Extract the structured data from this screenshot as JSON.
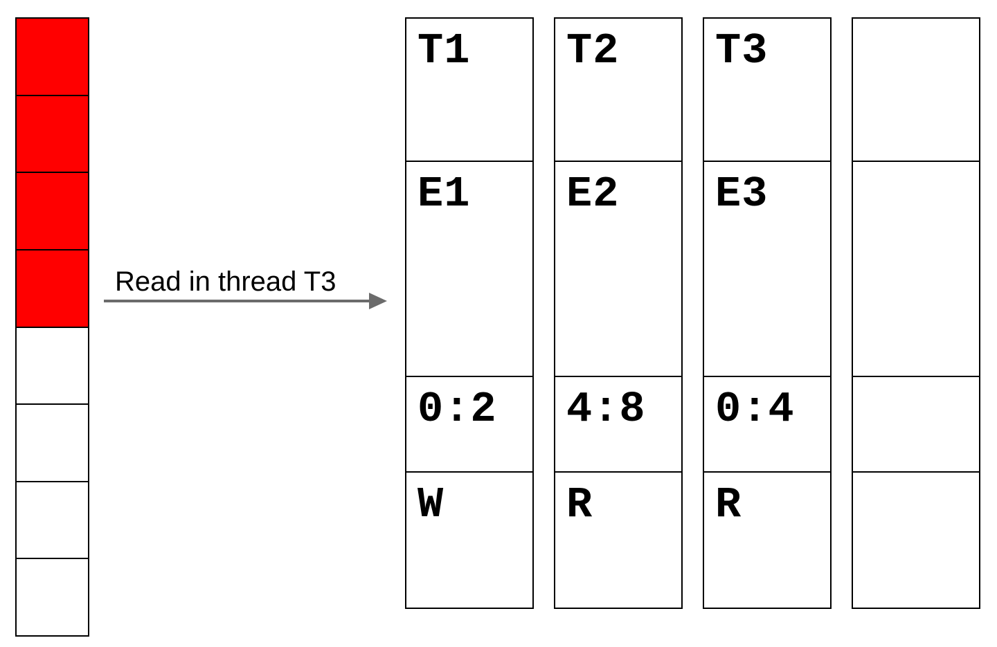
{
  "buffer": {
    "filled_color": "#ff0000",
    "empty_color": "#ffffff",
    "cells": [
      "filled",
      "filled",
      "filled",
      "filled",
      "empty",
      "empty",
      "empty",
      "empty"
    ]
  },
  "arrow": {
    "label": "Read in thread T3",
    "color": "#6b6b6b"
  },
  "columns": [
    {
      "thread": "T1",
      "event": "E1",
      "range": "0:2",
      "operation": "W"
    },
    {
      "thread": "T2",
      "event": "E2",
      "range": "4:8",
      "operation": "R"
    },
    {
      "thread": "T3",
      "event": "E3",
      "range": "0:4",
      "operation": "R"
    },
    {
      "thread": "",
      "event": "",
      "range": "",
      "operation": ""
    }
  ],
  "colors": {
    "border": "#000000",
    "background": "#ffffff",
    "text": "#000000"
  }
}
